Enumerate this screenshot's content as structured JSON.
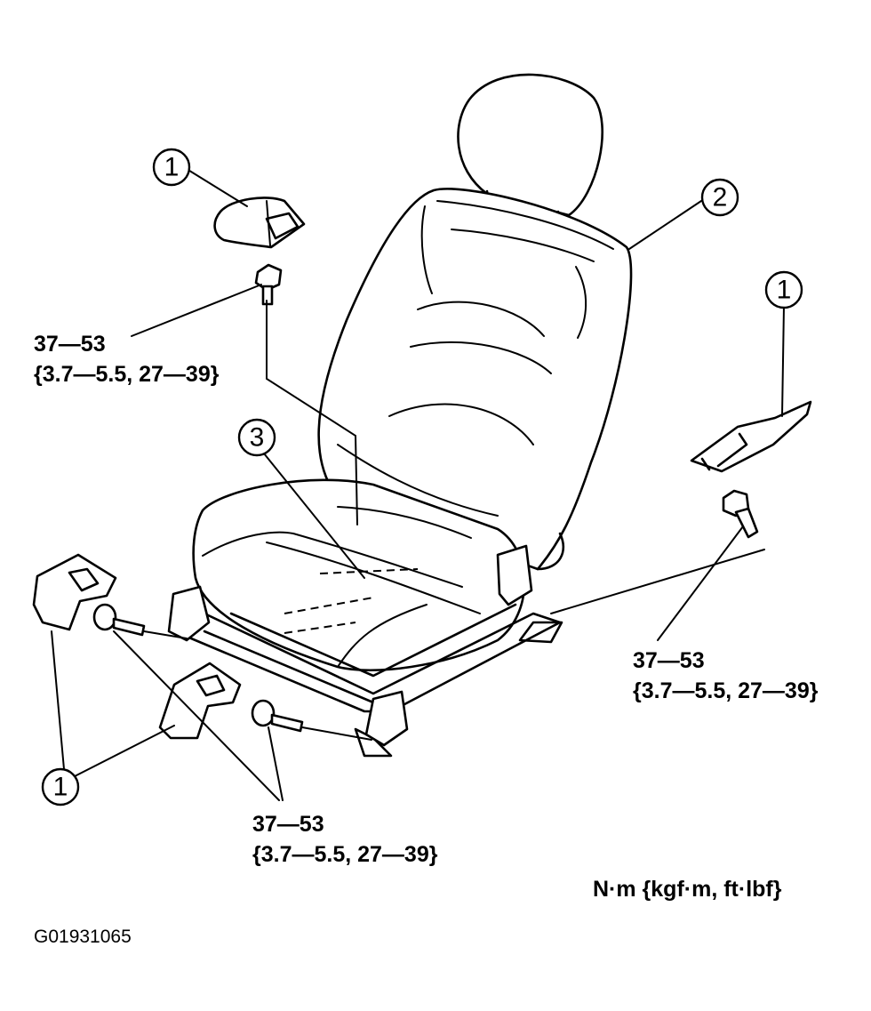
{
  "callouts": {
    "cover_top_left": "1",
    "seat_back": "2",
    "cushion": "3",
    "cover_right": "1",
    "covers_bottom": "1"
  },
  "torque_specs": [
    {
      "nm": "37—53",
      "detail": "{3.7—5.5, 27—39}"
    },
    {
      "nm": "37—53",
      "detail": "{3.7—5.5, 27—39}"
    },
    {
      "nm": "37—53",
      "detail": "{3.7—5.5, 27—39}"
    }
  ],
  "units_note": "N·m {kgf·m, ft·lbf}",
  "figure_id": "G01931065"
}
